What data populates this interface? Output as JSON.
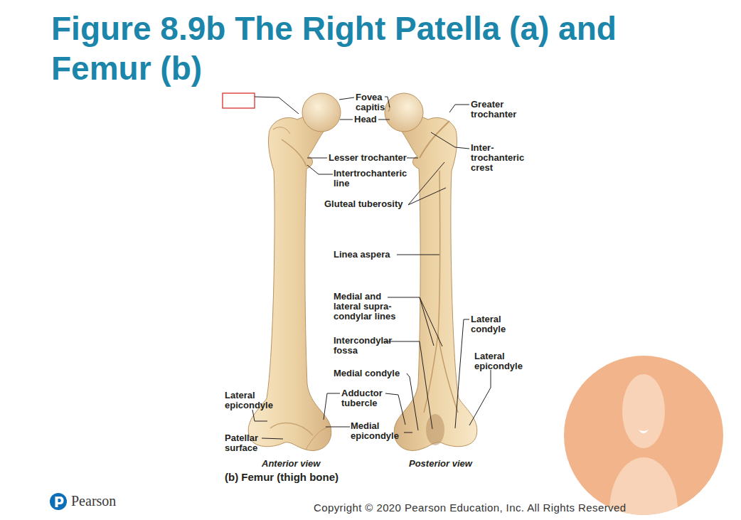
{
  "diagram": {
    "title": "Figure 8.9b The Right Patella (a) and Femur (b)",
    "caption": "(b) Femur (thigh bone)",
    "labels": [
      "Fovea capitis",
      "Head",
      "Greater trochanter",
      "Lesser trochanter",
      "Intertrochanteric line",
      "Inter- trochanteric crest",
      "Gluteal tuberosity",
      "Linea aspera",
      "Medial and lateral supra- condylar lines",
      "Lateral condyle",
      "Intercondylar fossa",
      "Lateral epicondyle",
      "Medial condyle",
      "Lateral epicondyle",
      "Adductor tubercle",
      "Medial epicondyle",
      "Patellar surface",
      "Anterior view",
      "Posterior view",
      "Pearson",
      "Copyright © 2020 Pearson Education, Inc. All Rights Reserved"
    ]
  }
}
